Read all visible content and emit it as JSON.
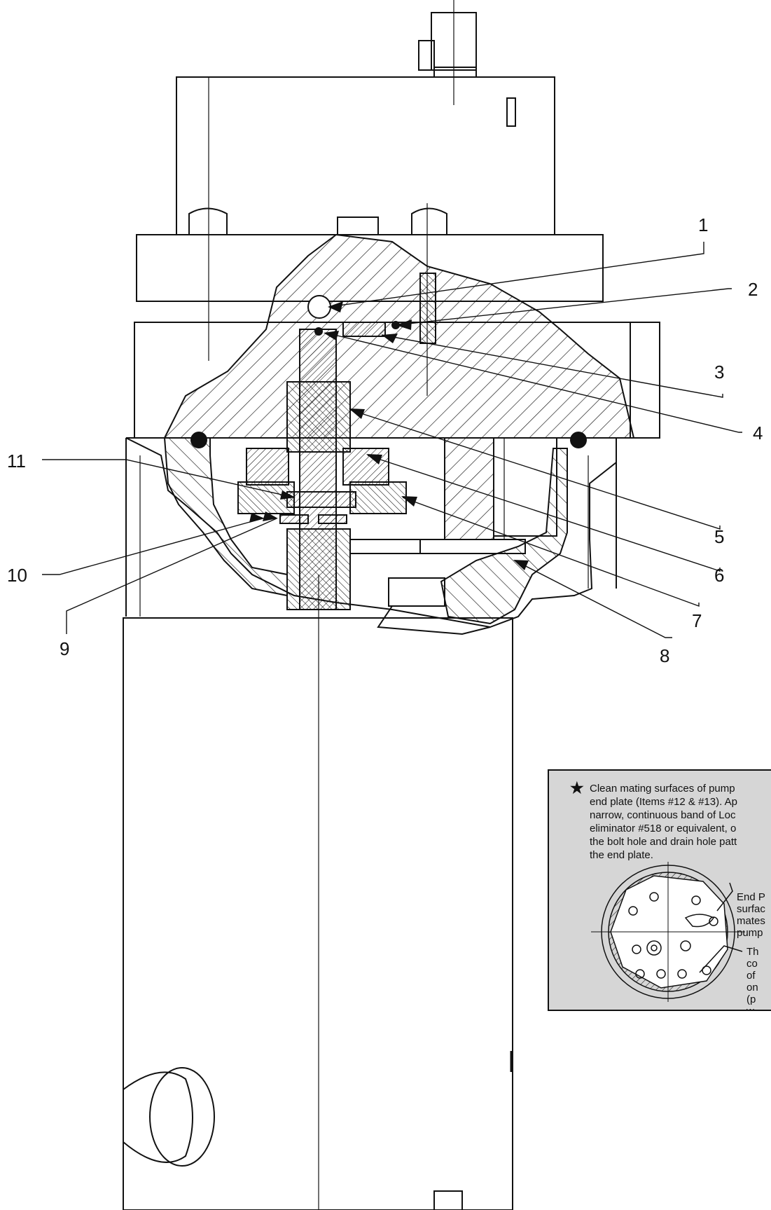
{
  "callouts": {
    "c1": "1",
    "c2": "2",
    "c3": "3",
    "c4": "4",
    "c5": "5",
    "c6": "6",
    "c7": "7",
    "c8": "8",
    "c9": "9",
    "c10": "10",
    "c11": "11"
  },
  "note": {
    "star": "★",
    "text": "Clean mating surfaces of pump\nend plate (Items #12 & #13). Ap\nnarrow, continuous band of Loc\neliminator #518 or equivalent, o\nthe bolt hole and drain hole patt\nthe end plate.",
    "label_end": "End P\nsurfac\nmates\npump",
    "label_th": "Th\nco\nof\non\n(p\nw\nar"
  },
  "colors": {
    "line": "#111111",
    "note_bg": "#d6d6d6"
  }
}
